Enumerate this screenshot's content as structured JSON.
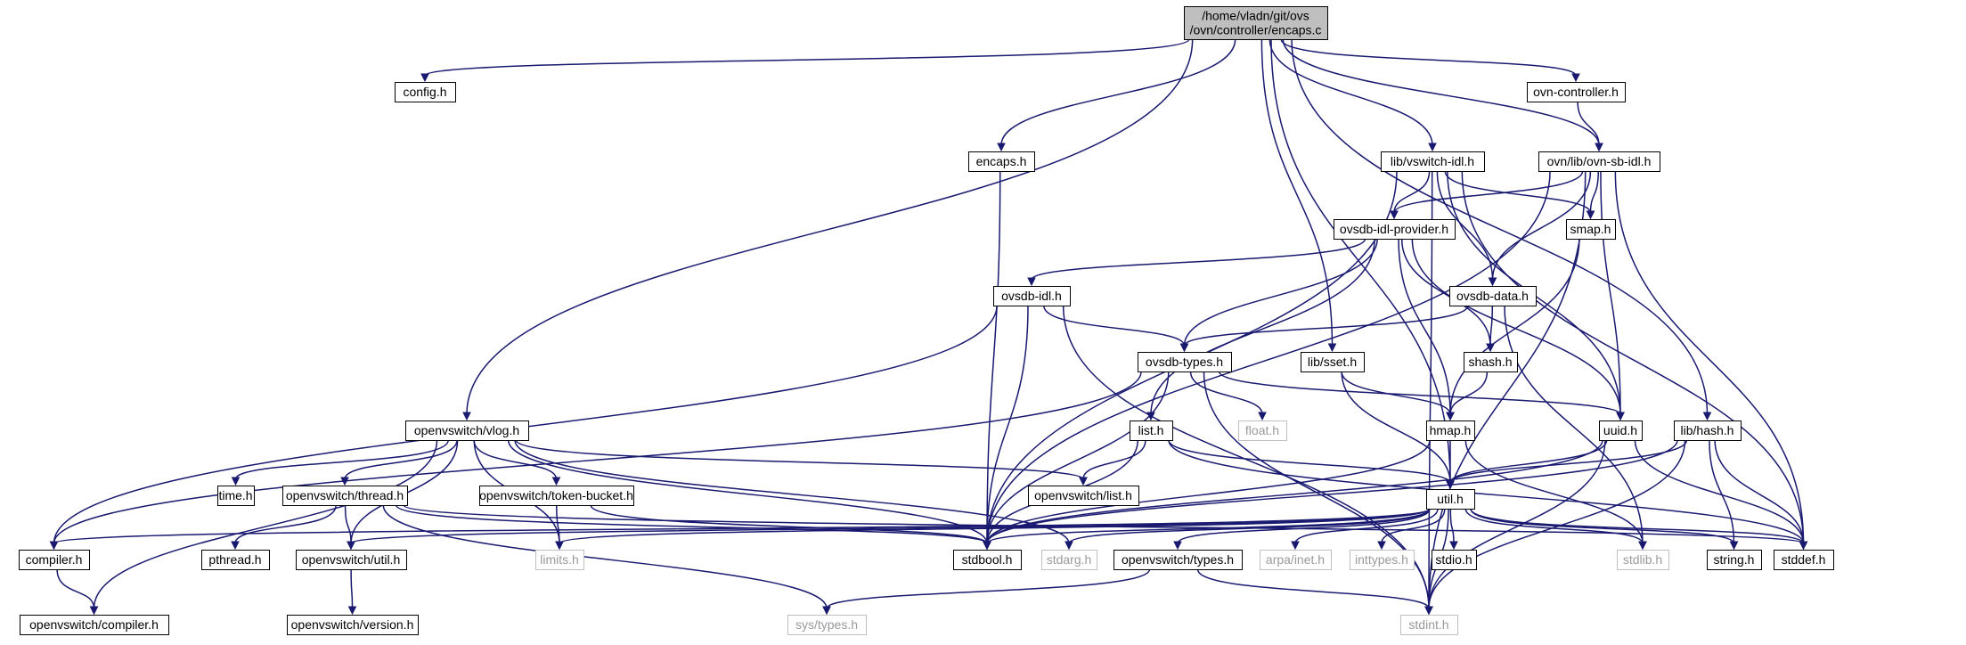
{
  "graph": {
    "nodes": [
      {
        "id": "encaps_c",
        "lines": [
          "/home/vladn/git/ovs",
          "/ovn/controller/encaps.c"
        ],
        "style": "root"
      },
      {
        "id": "config_h",
        "lines": [
          "config.h"
        ],
        "style": "normal"
      },
      {
        "id": "ovn_controller_h",
        "lines": [
          "ovn-controller.h"
        ],
        "style": "normal"
      },
      {
        "id": "encaps_h",
        "lines": [
          "encaps.h"
        ],
        "style": "normal"
      },
      {
        "id": "lib_vswitch_idl_h",
        "lines": [
          "lib/vswitch-idl.h"
        ],
        "style": "normal"
      },
      {
        "id": "ovn_lib_ovn_sb_idl_h",
        "lines": [
          "ovn/lib/ovn-sb-idl.h"
        ],
        "style": "normal"
      },
      {
        "id": "ovsdb_idl_provider_h",
        "lines": [
          "ovsdb-idl-provider.h"
        ],
        "style": "normal"
      },
      {
        "id": "smap_h",
        "lines": [
          "smap.h"
        ],
        "style": "normal"
      },
      {
        "id": "ovsdb_idl_h",
        "lines": [
          "ovsdb-idl.h"
        ],
        "style": "normal"
      },
      {
        "id": "ovsdb_data_h",
        "lines": [
          "ovsdb-data.h"
        ],
        "style": "normal"
      },
      {
        "id": "ovsdb_types_h",
        "lines": [
          "ovsdb-types.h"
        ],
        "style": "normal"
      },
      {
        "id": "lib_sset_h",
        "lines": [
          "lib/sset.h"
        ],
        "style": "normal"
      },
      {
        "id": "shash_h",
        "lines": [
          "shash.h"
        ],
        "style": "normal"
      },
      {
        "id": "openvswitch_vlog_h",
        "lines": [
          "openvswitch/vlog.h"
        ],
        "style": "normal"
      },
      {
        "id": "float_h",
        "lines": [
          "float.h"
        ],
        "style": "system"
      },
      {
        "id": "list_h",
        "lines": [
          "list.h"
        ],
        "style": "normal"
      },
      {
        "id": "hmap_h",
        "lines": [
          "hmap.h"
        ],
        "style": "normal"
      },
      {
        "id": "uuid_h",
        "lines": [
          "uuid.h"
        ],
        "style": "normal"
      },
      {
        "id": "lib_hash_h",
        "lines": [
          "lib/hash.h"
        ],
        "style": "normal"
      },
      {
        "id": "time_h",
        "lines": [
          "time.h"
        ],
        "style": "normal"
      },
      {
        "id": "openvswitch_thread_h",
        "lines": [
          "openvswitch/thread.h"
        ],
        "style": "normal"
      },
      {
        "id": "openvswitch_token_bucket_h",
        "lines": [
          "openvswitch/token-bucket.h"
        ],
        "style": "normal"
      },
      {
        "id": "openvswitch_list_h",
        "lines": [
          "openvswitch/list.h"
        ],
        "style": "normal"
      },
      {
        "id": "util_h",
        "lines": [
          "util.h"
        ],
        "style": "normal"
      },
      {
        "id": "compiler_h",
        "lines": [
          "compiler.h"
        ],
        "style": "normal"
      },
      {
        "id": "pthread_h",
        "lines": [
          "pthread.h"
        ],
        "style": "normal"
      },
      {
        "id": "openvswitch_util_h",
        "lines": [
          "openvswitch/util.h"
        ],
        "style": "normal"
      },
      {
        "id": "limits_h",
        "lines": [
          "limits.h"
        ],
        "style": "system"
      },
      {
        "id": "stdbool_h",
        "lines": [
          "stdbool.h"
        ],
        "style": "normal"
      },
      {
        "id": "stdarg_h",
        "lines": [
          "stdarg.h"
        ],
        "style": "system"
      },
      {
        "id": "openvswitch_types_h",
        "lines": [
          "openvswitch/types.h"
        ],
        "style": "normal"
      },
      {
        "id": "arpa_inet_h",
        "lines": [
          "arpa/inet.h"
        ],
        "style": "system"
      },
      {
        "id": "inttypes_h",
        "lines": [
          "inttypes.h"
        ],
        "style": "system"
      },
      {
        "id": "stdio_h",
        "lines": [
          "stdio.h"
        ],
        "style": "normal"
      },
      {
        "id": "stdlib_h",
        "lines": [
          "stdlib.h"
        ],
        "style": "system"
      },
      {
        "id": "string_h",
        "lines": [
          "string.h"
        ],
        "style": "normal"
      },
      {
        "id": "stddef_h",
        "lines": [
          "stddef.h"
        ],
        "style": "normal"
      },
      {
        "id": "openvswitch_compiler_h",
        "lines": [
          "openvswitch/compiler.h"
        ],
        "style": "normal"
      },
      {
        "id": "openvswitch_version_h",
        "lines": [
          "openvswitch/version.h"
        ],
        "style": "normal"
      },
      {
        "id": "sys_types_h",
        "lines": [
          "sys/types.h"
        ],
        "style": "system"
      },
      {
        "id": "stdint_h",
        "lines": [
          "stdint.h"
        ],
        "style": "system"
      }
    ],
    "edges": [
      {
        "from": "encaps_c",
        "to": "config_h"
      },
      {
        "from": "encaps_c",
        "to": "ovn_controller_h"
      },
      {
        "from": "encaps_c",
        "to": "encaps_h"
      },
      {
        "from": "encaps_c",
        "to": "lib_vswitch_idl_h"
      },
      {
        "from": "encaps_c",
        "to": "ovn_lib_ovn_sb_idl_h"
      },
      {
        "from": "encaps_c",
        "to": "lib_sset_h"
      },
      {
        "from": "encaps_c",
        "to": "openvswitch_vlog_h"
      },
      {
        "from": "encaps_c",
        "to": "util_h"
      },
      {
        "from": "encaps_c",
        "to": "lib_hash_h"
      },
      {
        "from": "ovn_controller_h",
        "to": "ovn_lib_ovn_sb_idl_h"
      },
      {
        "from": "encaps_h",
        "to": "stdbool_h"
      },
      {
        "from": "lib_vswitch_idl_h",
        "to": "ovsdb_idl_provider_h"
      },
      {
        "from": "lib_vswitch_idl_h",
        "to": "smap_h"
      },
      {
        "from": "lib_vswitch_idl_h",
        "to": "ovsdb_data_h"
      },
      {
        "from": "lib_vswitch_idl_h",
        "to": "uuid_h"
      },
      {
        "from": "lib_vswitch_idl_h",
        "to": "stdbool_h"
      },
      {
        "from": "lib_vswitch_idl_h",
        "to": "stddef_h"
      },
      {
        "from": "lib_vswitch_idl_h",
        "to": "stdint_h"
      },
      {
        "from": "ovn_lib_ovn_sb_idl_h",
        "to": "ovsdb_idl_provider_h"
      },
      {
        "from": "ovn_lib_ovn_sb_idl_h",
        "to": "smap_h"
      },
      {
        "from": "ovn_lib_ovn_sb_idl_h",
        "to": "ovsdb_data_h"
      },
      {
        "from": "ovn_lib_ovn_sb_idl_h",
        "to": "uuid_h"
      },
      {
        "from": "ovn_lib_ovn_sb_idl_h",
        "to": "stdbool_h"
      },
      {
        "from": "ovn_lib_ovn_sb_idl_h",
        "to": "stddef_h"
      },
      {
        "from": "ovn_lib_ovn_sb_idl_h",
        "to": "stdint_h"
      },
      {
        "from": "ovsdb_idl_provider_h",
        "to": "ovsdb_idl_h"
      },
      {
        "from": "ovsdb_idl_provider_h",
        "to": "ovsdb_types_h"
      },
      {
        "from": "ovsdb_idl_provider_h",
        "to": "shash_h"
      },
      {
        "from": "ovsdb_idl_provider_h",
        "to": "list_h"
      },
      {
        "from": "ovsdb_idl_provider_h",
        "to": "hmap_h"
      },
      {
        "from": "ovsdb_idl_provider_h",
        "to": "uuid_h"
      },
      {
        "from": "smap_h",
        "to": "hmap_h"
      },
      {
        "from": "ovsdb_idl_h",
        "to": "ovsdb_types_h"
      },
      {
        "from": "ovsdb_idl_h",
        "to": "stdbool_h"
      },
      {
        "from": "ovsdb_idl_h",
        "to": "stdint_h"
      },
      {
        "from": "ovsdb_idl_h",
        "to": "compiler_h"
      },
      {
        "from": "ovsdb_data_h",
        "to": "ovsdb_types_h"
      },
      {
        "from": "ovsdb_data_h",
        "to": "shash_h"
      },
      {
        "from": "ovsdb_data_h",
        "to": "stdlib_h"
      },
      {
        "from": "ovsdb_types_h",
        "to": "float_h"
      },
      {
        "from": "ovsdb_types_h",
        "to": "uuid_h"
      },
      {
        "from": "ovsdb_types_h",
        "to": "stdbool_h"
      },
      {
        "from": "ovsdb_types_h",
        "to": "stdint_h"
      },
      {
        "from": "ovsdb_types_h",
        "to": "compiler_h"
      },
      {
        "from": "lib_sset_h",
        "to": "hmap_h"
      },
      {
        "from": "lib_sset_h",
        "to": "util_h"
      },
      {
        "from": "shash_h",
        "to": "hmap_h"
      },
      {
        "from": "openvswitch_vlog_h",
        "to": "time_h"
      },
      {
        "from": "openvswitch_vlog_h",
        "to": "openvswitch_thread_h"
      },
      {
        "from": "openvswitch_vlog_h",
        "to": "openvswitch_token_bucket_h"
      },
      {
        "from": "openvswitch_vlog_h",
        "to": "openvswitch_list_h"
      },
      {
        "from": "openvswitch_vlog_h",
        "to": "openvswitch_util_h"
      },
      {
        "from": "openvswitch_vlog_h",
        "to": "limits_h"
      },
      {
        "from": "openvswitch_vlog_h",
        "to": "stdbool_h"
      },
      {
        "from": "openvswitch_vlog_h",
        "to": "stdarg_h"
      },
      {
        "from": "openvswitch_vlog_h",
        "to": "openvswitch_compiler_h"
      },
      {
        "from": "list_h",
        "to": "openvswitch_list_h"
      },
      {
        "from": "list_h",
        "to": "util_h"
      },
      {
        "from": "list_h",
        "to": "stdbool_h"
      },
      {
        "from": "list_h",
        "to": "stddef_h"
      },
      {
        "from": "hmap_h",
        "to": "util_h"
      },
      {
        "from": "hmap_h",
        "to": "stdbool_h"
      },
      {
        "from": "hmap_h",
        "to": "stdlib_h"
      },
      {
        "from": "uuid_h",
        "to": "util_h"
      },
      {
        "from": "uuid_h",
        "to": "stdbool_h"
      },
      {
        "from": "uuid_h",
        "to": "stddef_h"
      },
      {
        "from": "uuid_h",
        "to": "stdint_h"
      },
      {
        "from": "lib_hash_h",
        "to": "util_h"
      },
      {
        "from": "lib_hash_h",
        "to": "string_h"
      },
      {
        "from": "lib_hash_h",
        "to": "stddef_h"
      },
      {
        "from": "lib_hash_h",
        "to": "stdint_h"
      },
      {
        "from": "lib_hash_h",
        "to": "stdbool_h"
      },
      {
        "from": "openvswitch_thread_h",
        "to": "pthread_h"
      },
      {
        "from": "openvswitch_thread_h",
        "to": "openvswitch_util_h"
      },
      {
        "from": "openvswitch_thread_h",
        "to": "stdbool_h"
      },
      {
        "from": "openvswitch_thread_h",
        "to": "sys_types_h"
      },
      {
        "from": "openvswitch_thread_h",
        "to": "stddef_h"
      },
      {
        "from": "openvswitch_token_bucket_h",
        "to": "limits_h"
      },
      {
        "from": "openvswitch_token_bucket_h",
        "to": "stdbool_h"
      },
      {
        "from": "util_h",
        "to": "openvswitch_util_h"
      },
      {
        "from": "util_h",
        "to": "limits_h"
      },
      {
        "from": "util_h",
        "to": "stdbool_h"
      },
      {
        "from": "util_h",
        "to": "stdarg_h"
      },
      {
        "from": "util_h",
        "to": "openvswitch_types_h"
      },
      {
        "from": "util_h",
        "to": "arpa_inet_h"
      },
      {
        "from": "util_h",
        "to": "inttypes_h"
      },
      {
        "from": "util_h",
        "to": "stdio_h"
      },
      {
        "from": "util_h",
        "to": "stdlib_h"
      },
      {
        "from": "util_h",
        "to": "string_h"
      },
      {
        "from": "util_h",
        "to": "stddef_h"
      },
      {
        "from": "util_h",
        "to": "stdint_h"
      },
      {
        "from": "util_h",
        "to": "compiler_h"
      },
      {
        "from": "openvswitch_types_h",
        "to": "sys_types_h"
      },
      {
        "from": "openvswitch_types_h",
        "to": "stdint_h"
      },
      {
        "from": "compiler_h",
        "to": "openvswitch_compiler_h"
      },
      {
        "from": "openvswitch_util_h",
        "to": "openvswitch_version_h"
      }
    ]
  },
  "colors": {
    "edge": "#191970",
    "node_border": "#000000",
    "system_border": "#bfbfbf",
    "system_text": "#9a9a9a",
    "root_fill": "#bfbfbf",
    "node_fill": "#ffffff",
    "text": "#000000"
  }
}
